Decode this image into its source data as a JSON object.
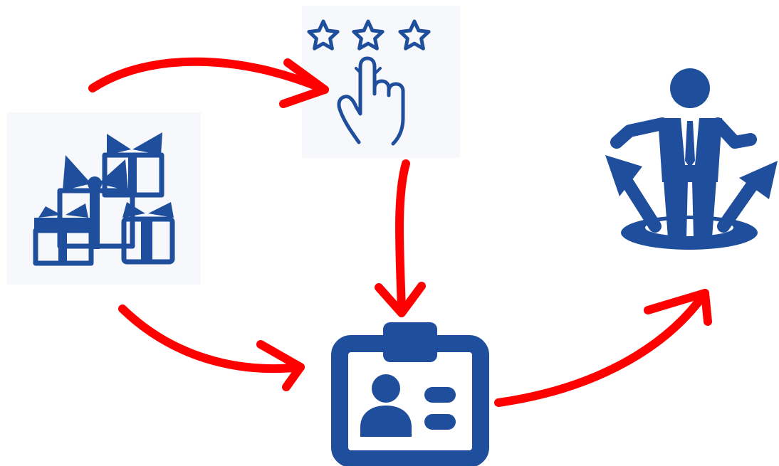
{
  "colors": {
    "icon": "#1f4e9c",
    "arrow": "#ff0000",
    "node_background": "#f6f8fb"
  },
  "nodes": [
    {
      "id": "gifts",
      "icon": "gift-boxes-icon"
    },
    {
      "id": "rating",
      "icon": "star-rating-hand-icon",
      "stars": 3
    },
    {
      "id": "id-card",
      "icon": "id-badge-icon"
    },
    {
      "id": "choice",
      "icon": "businessman-crossroads-icon"
    }
  ],
  "edges": [
    {
      "from": "gifts",
      "to": "rating"
    },
    {
      "from": "rating",
      "to": "id-card"
    },
    {
      "from": "gifts",
      "to": "id-card"
    },
    {
      "from": "id-card",
      "to": "choice"
    }
  ]
}
